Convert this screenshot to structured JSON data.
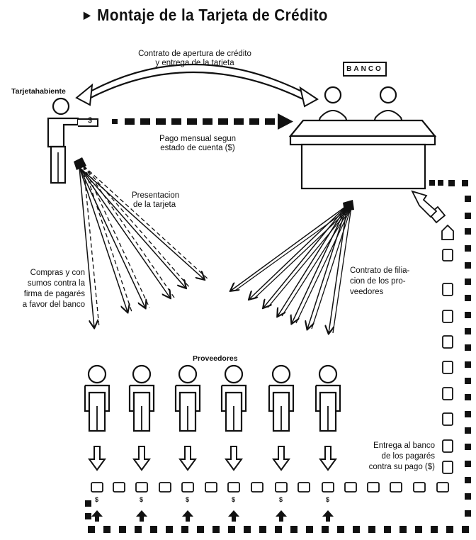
{
  "title": "Montaje de la Tarjeta de Crédito",
  "labels": {
    "cardholder": "Tarjetahabiente",
    "bank": "BANCO",
    "contract_line1": "Contrato de apertura de crédito",
    "contract_line2": "y entrega de la tarjeta",
    "payment_line1": "Pago mensual segun",
    "payment_line2": "estado de cuenta ($)",
    "presentation_line1": "Presentacion",
    "presentation_line2": "de la tarjeta",
    "purchases_line1": "Compras y con",
    "purchases_line2": "sumos contra la",
    "purchases_line3": "firma de pagarés",
    "purchases_line4": "a favor del banco",
    "affiliation_line1": "Contrato de filia-",
    "affiliation_line2": "cion de los pro-",
    "affiliation_line3": "veedores",
    "suppliers": "Proveedores",
    "delivery_line1": "Entrega al banco",
    "delivery_line2": "de los pagarés",
    "delivery_line3": "contra su pago ($)",
    "dollar": "$",
    "dollar_sign": "($)"
  },
  "colors": {
    "ink": "#111111",
    "paper": "#ffffff"
  },
  "icons": [
    "person-icon",
    "bank-desk-icon",
    "arrow-icon",
    "promissory-note-icon"
  ]
}
